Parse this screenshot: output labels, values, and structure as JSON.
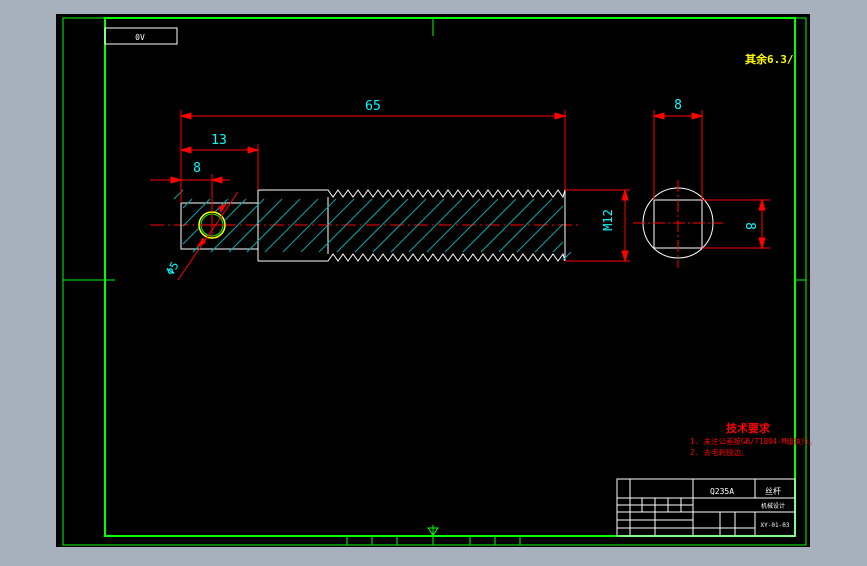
{
  "drawing": {
    "title_block_code": "0V",
    "surface_finish": "其余6.3/",
    "dim_overall_length": "65",
    "dim_shoulder_length": "13",
    "dim_hole_position": "8",
    "dim_hole_diameter": "Φ5",
    "dim_thread": "M12",
    "dim_square_width": "8",
    "dim_square_height": "8",
    "tech_req_title": "技术要求",
    "tech_req_1": "1. 未注公差按GB/T1804-M级执行。",
    "tech_req_2": "2. 去毛刺锐边。",
    "material": "Q235A",
    "part_name": "丝杆",
    "company": "机械设计",
    "drawing_number": "XY-01-03"
  },
  "colors": {
    "background": "#a7b0bd",
    "canvas": "#000000",
    "frame": "#00ff00",
    "part_outline": "#ffffff",
    "dimension": "#ff0000",
    "dim_text": "#00ffff",
    "hatch": "#00aaaa",
    "annotation": "#ffff00"
  }
}
